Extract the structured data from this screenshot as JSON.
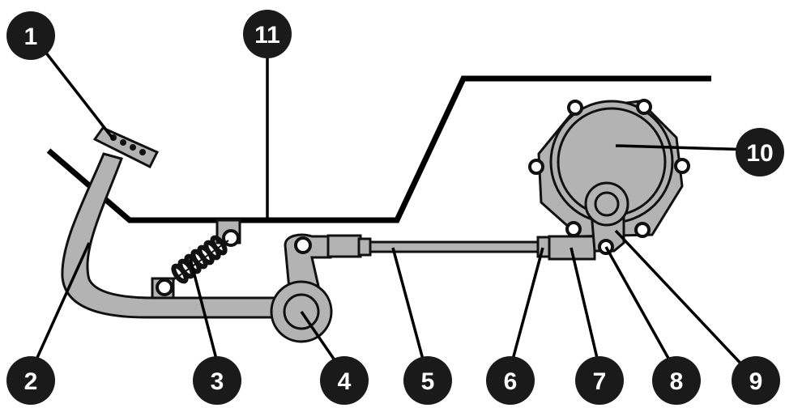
{
  "diagram": {
    "callouts": [
      {
        "id": "c1",
        "label": "1"
      },
      {
        "id": "c2",
        "label": "2"
      },
      {
        "id": "c3",
        "label": "3"
      },
      {
        "id": "c4",
        "label": "4"
      },
      {
        "id": "c5",
        "label": "5"
      },
      {
        "id": "c6",
        "label": "6"
      },
      {
        "id": "c7",
        "label": "7"
      },
      {
        "id": "c8",
        "label": "8"
      },
      {
        "id": "c9",
        "label": "9"
      },
      {
        "id": "c10",
        "label": "10"
      },
      {
        "id": "c11",
        "label": "11"
      }
    ]
  },
  "colors": {
    "part_fill": "#b3b3b3",
    "outline": "#111111",
    "badge_fill": "#111111",
    "badge_text": "#ffffff",
    "background": "#ffffff"
  }
}
